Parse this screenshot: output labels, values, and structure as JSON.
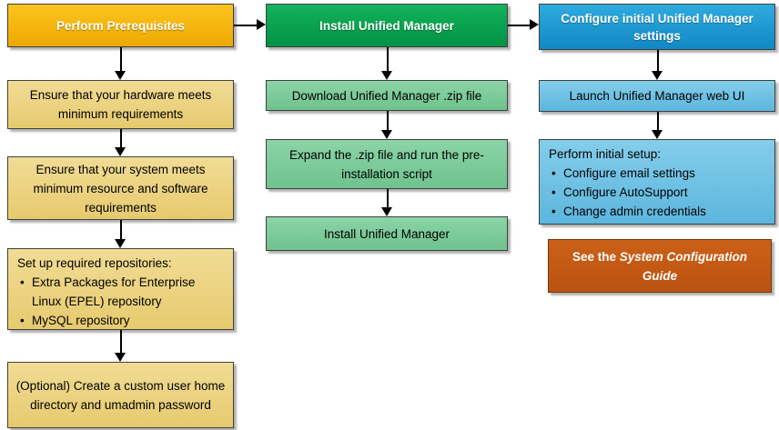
{
  "diagram": {
    "title_context": "Unified Manager installation workflow",
    "columns": [
      {
        "header": "Perform Prerequisites",
        "boxes": [
          {
            "text": "Ensure that your hardware meets minimum requirements"
          },
          {
            "text": "Ensure that your system meets minimum resource and software requirements"
          },
          {
            "title": "Set up required repositories:",
            "bullets": [
              "Extra Packages for Enterprise Linux (EPEL) repository",
              "MySQL repository"
            ]
          },
          {
            "text": "(Optional) Create a custom user home directory and umadmin password"
          }
        ]
      },
      {
        "header": "Install Unified Manager",
        "boxes": [
          {
            "text": "Download Unified Manager .zip file"
          },
          {
            "text": "Expand the .zip file and run the pre-installation script"
          },
          {
            "text": "Install Unified Manager"
          }
        ]
      },
      {
        "header": "Configure initial Unified Manager settings",
        "boxes": [
          {
            "text": "Launch Unified Manager web UI"
          },
          {
            "title": "Perform initial setup:",
            "bullets": [
              "Configure email settings",
              "Configure AutoSupport",
              "Change admin credentials"
            ]
          }
        ],
        "note": {
          "prefix": "See the ",
          "italic": "System Configuration Guide"
        }
      }
    ],
    "colors": {
      "gold_header_top": "#fcc51f",
      "gold_header_bottom": "#eda800",
      "gold_body_top": "#f1dc95",
      "gold_body_bottom": "#e6ca6e",
      "green_header_top": "#15b25c",
      "green_header_bottom": "#009244",
      "green_body_top": "#8bd4a7",
      "green_body_bottom": "#6fc28d",
      "blue_header_top": "#2fabdf",
      "blue_header_bottom": "#1188c5",
      "blue_body_top": "#85cdeb",
      "blue_body_bottom": "#5cb6dd",
      "orange_top": "#cc6118",
      "orange_bottom": "#b95310"
    }
  }
}
